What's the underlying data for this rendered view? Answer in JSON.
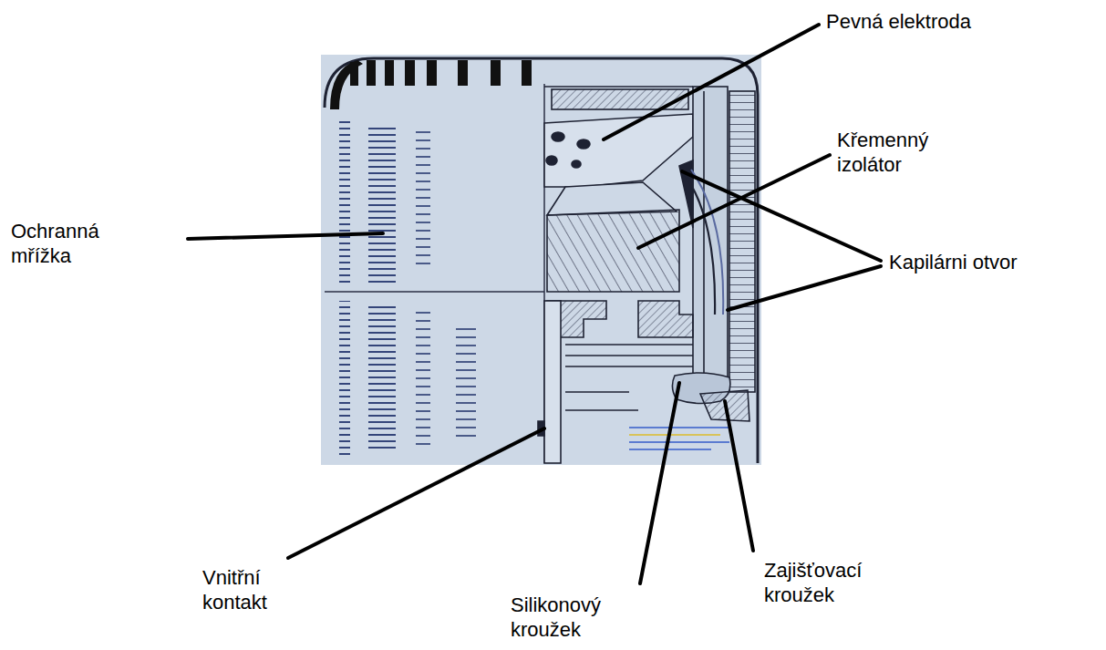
{
  "diagram": {
    "labels": [
      "Pevná elektroda",
      "Křemenný izolátor",
      "Ochranná mřížka",
      "Kapilárni otvor",
      "Vnitřní kontakt",
      "Silikonový kroužek",
      "Zajišťovací kroužek"
    ]
  }
}
